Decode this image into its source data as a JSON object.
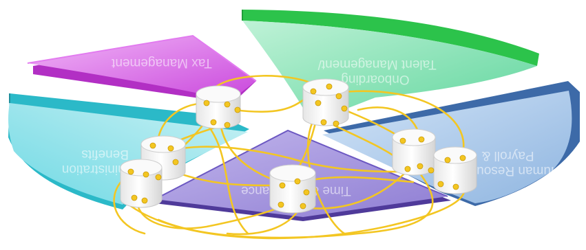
{
  "colors": {
    "tax": "#d43ee6",
    "talent": "#2fd05a",
    "payroll": "#3f6fb0",
    "time": "#6c4fb8",
    "benefits": "#2fc6d6",
    "wire": "#f3c622",
    "node_fill": "#f4f4f4"
  },
  "segments": [
    {
      "id": "tax",
      "lines": [
        "Tax Management"
      ]
    },
    {
      "id": "talent",
      "lines": [
        "Talent Management/",
        "Onboarding"
      ]
    },
    {
      "id": "payroll",
      "lines": [
        "Payroll &",
        "Human Resources"
      ]
    },
    {
      "id": "time",
      "lines": [
        "Time & Attendance"
      ]
    },
    {
      "id": "benefits",
      "lines": [
        "Benefits",
        "Administration"
      ]
    }
  ]
}
